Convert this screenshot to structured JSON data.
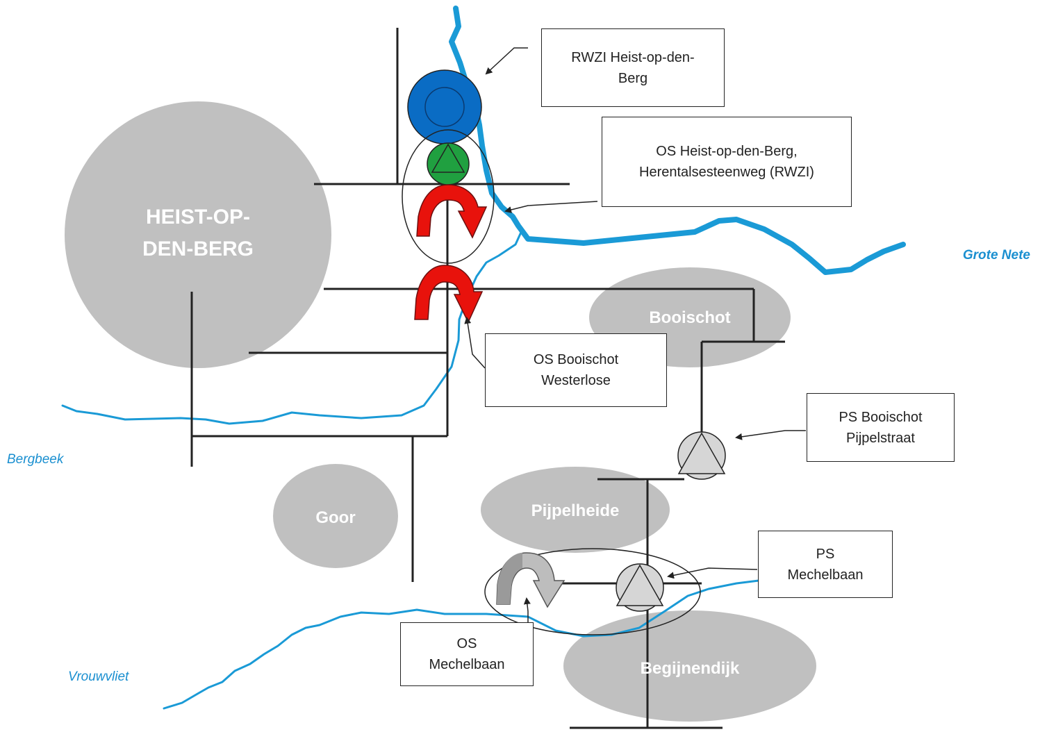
{
  "colors": {
    "river": "#1a9ad6",
    "river_label": "#1a8fd0",
    "area_fill": "#c0c0c0",
    "area_text": "#ffffff",
    "sewer_line": "#222222",
    "rwzi_blue": "#0a6cc4",
    "os_active_green": "#20a040",
    "overflow_active_red": "#e8120c",
    "inactive_gray": "#a8a8a8",
    "pump_gray": "#d6d6d6"
  },
  "areas": {
    "heist_line1": "HEIST-OP-",
    "heist_line2": "DEN-BERG",
    "booischot": "Booischot",
    "goor": "Goor",
    "pijpelheide": "Pijpelheide",
    "begijnendijk": "Begijnendijk"
  },
  "rivers": {
    "grote_nete": "Grote Nete",
    "bergbeek": "Bergbeek",
    "vrouwvliet": "Vrouwvliet"
  },
  "callouts": {
    "rwzi": {
      "line1": "RWZI Heist-op-den-",
      "line2": "Berg"
    },
    "os_heist": {
      "line1": "OS Heist-op-den-Berg,",
      "line2": "Herentalsesteenweg (RWZI)"
    },
    "os_booischot": {
      "line1": "OS Booischot",
      "line2": "Westerlose"
    },
    "ps_booischot": {
      "line1": "PS Booischot",
      "line2": "Pijpelstraat"
    },
    "ps_mechelbaan": {
      "line1": "PS",
      "line2": "Mechelbaan"
    },
    "os_mechelbaan": {
      "line1": "OS",
      "line2": "Mechelbaan"
    }
  }
}
